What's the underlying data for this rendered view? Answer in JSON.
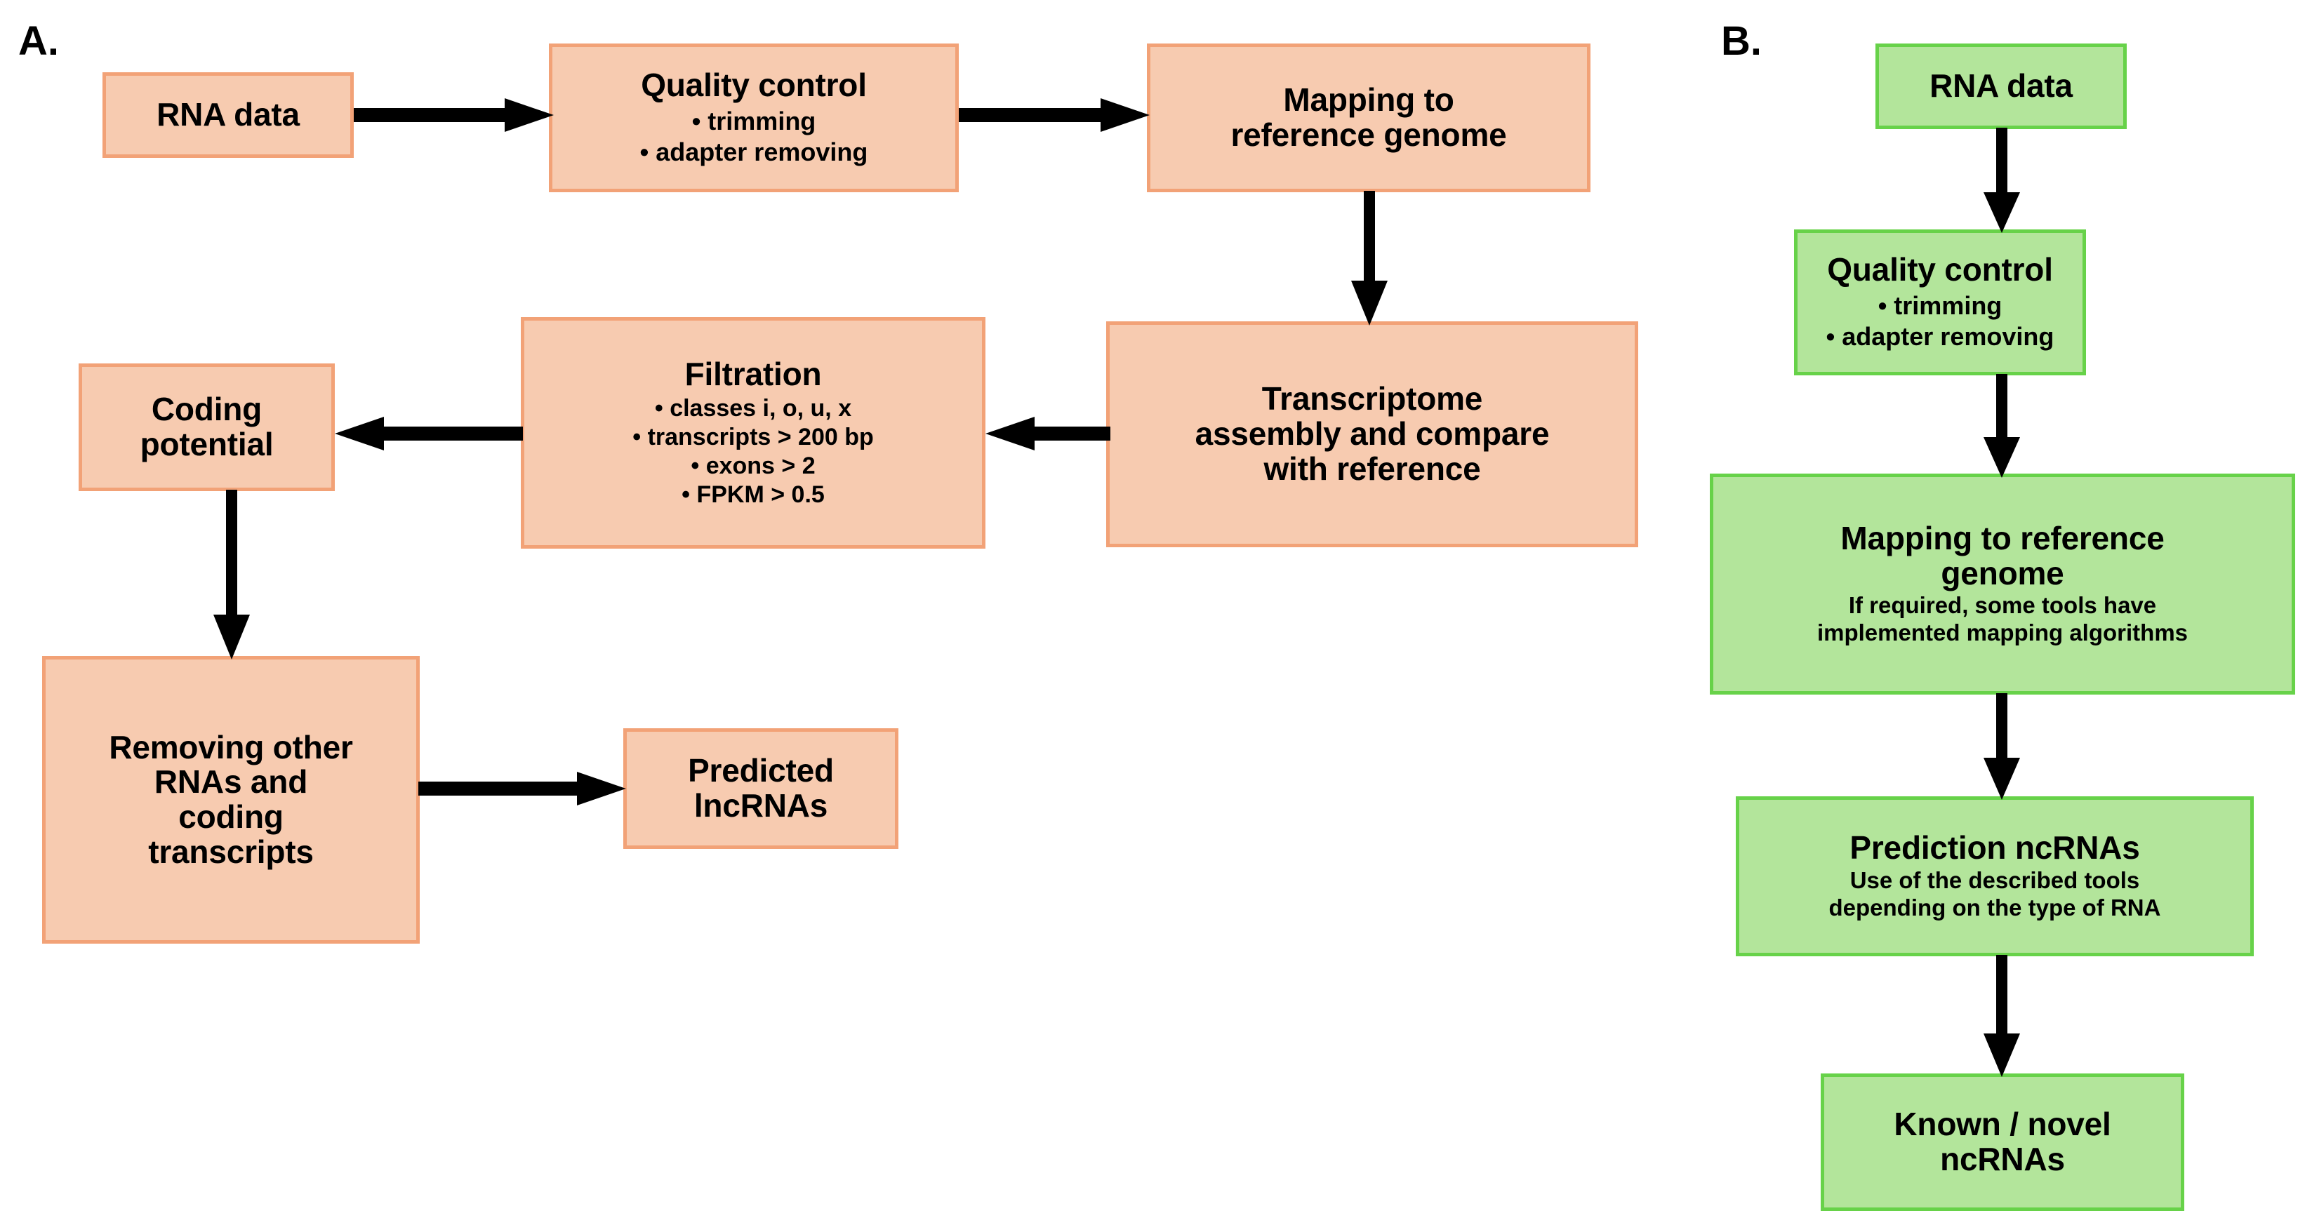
{
  "figure": {
    "panels": [
      {
        "id": "A",
        "label": "A.",
        "accent": "#F7CBB0",
        "border": "#F2A277",
        "nodes": [
          {
            "id": "a-rna-data",
            "title": "RNA data"
          },
          {
            "id": "a-quality",
            "title": "Quality control",
            "bullets": [
              "• trimming",
              "• adapter removing"
            ]
          },
          {
            "id": "a-mapping",
            "title": "Mapping to\nreference genome"
          },
          {
            "id": "a-assembly",
            "title": "Transcriptome\nassembly and compare\nwith reference"
          },
          {
            "id": "a-filtration",
            "title": "Filtration",
            "bullets": [
              "• classes i, o, u, x",
              "• transcripts > 200 bp",
              "• exons > 2",
              "• FPKM > 0.5"
            ]
          },
          {
            "id": "a-coding",
            "title": "Coding\npotential"
          },
          {
            "id": "a-removing",
            "title": "Removing other\nRNAs and\ncoding\ntranscripts"
          },
          {
            "id": "a-predicted",
            "title": "Predicted\nlncRNAs"
          }
        ],
        "edges": [
          {
            "from": "a-rna-data",
            "to": "a-quality",
            "direction": "right"
          },
          {
            "from": "a-quality",
            "to": "a-mapping",
            "direction": "right"
          },
          {
            "from": "a-mapping",
            "to": "a-assembly",
            "direction": "down"
          },
          {
            "from": "a-assembly",
            "to": "a-filtration",
            "direction": "left"
          },
          {
            "from": "a-filtration",
            "to": "a-coding",
            "direction": "left"
          },
          {
            "from": "a-coding",
            "to": "a-removing",
            "direction": "down"
          },
          {
            "from": "a-removing",
            "to": "a-predicted",
            "direction": "right"
          }
        ]
      },
      {
        "id": "B",
        "label": "B.",
        "accent": "#B3E59B",
        "border": "#67D249",
        "nodes": [
          {
            "id": "b-rna-data",
            "title": "RNA data"
          },
          {
            "id": "b-quality",
            "title": "Quality control",
            "bullets": [
              "• trimming",
              "• adapter removing"
            ]
          },
          {
            "id": "b-mapping",
            "title": "Mapping to reference\ngenome",
            "note": "If required, some tools have\nimplemented mapping algorithms"
          },
          {
            "id": "b-prediction",
            "title": "Prediction ncRNAs",
            "note": "Use of the described tools\ndepending on the type of RNA"
          },
          {
            "id": "b-known",
            "title": "Known / novel\nncRNAs"
          }
        ],
        "edges": [
          {
            "from": "b-rna-data",
            "to": "b-quality",
            "direction": "down"
          },
          {
            "from": "b-quality",
            "to": "b-mapping",
            "direction": "down"
          },
          {
            "from": "b-mapping",
            "to": "b-prediction",
            "direction": "down"
          },
          {
            "from": "b-prediction",
            "to": "b-known",
            "direction": "down"
          }
        ]
      }
    ]
  },
  "text": {
    "panel_a_label": "A.",
    "panel_b_label": "B.",
    "a_rna_data": "RNA data",
    "a_quality_title": "Quality control",
    "a_quality_b1": "• trimming",
    "a_quality_b2": "• adapter removing",
    "a_mapping_l1": "Mapping to",
    "a_mapping_l2": "reference genome",
    "a_assembly_l1": "Transcriptome",
    "a_assembly_l2": "assembly and compare",
    "a_assembly_l3": "with reference",
    "a_filtration_title": "Filtration",
    "a_filtration_b1": "• classes i, o, u, x",
    "a_filtration_b2": "• transcripts > 200 bp",
    "a_filtration_b3": "• exons > 2",
    "a_filtration_b4": "• FPKM > 0.5",
    "a_coding_l1": "Coding",
    "a_coding_l2": "potential",
    "a_removing_l1": "Removing other",
    "a_removing_l2": "RNAs and",
    "a_removing_l3": "coding",
    "a_removing_l4": "transcripts",
    "a_predicted_l1": "Predicted",
    "a_predicted_l2": "lncRNAs",
    "b_rna_data": "RNA data",
    "b_quality_title": "Quality control",
    "b_quality_b1": "• trimming",
    "b_quality_b2": "• adapter removing",
    "b_mapping_l1": "Mapping to reference",
    "b_mapping_l2": "genome",
    "b_mapping_note1": "If required, some tools have",
    "b_mapping_note2": "implemented mapping algorithms",
    "b_prediction_title": "Prediction ncRNAs",
    "b_prediction_note1": "Use of the described tools",
    "b_prediction_note2": "depending on the type of RNA",
    "b_known_l1": "Known / novel",
    "b_known_l2": "ncRNAs"
  },
  "colors": {
    "panel_a_fill": "#F7CBB0",
    "panel_a_border": "#F2A277",
    "panel_b_fill": "#B3E59B",
    "panel_b_border": "#67D249",
    "arrow": "#000000",
    "text": "#000000",
    "background": "#FFFFFF"
  }
}
